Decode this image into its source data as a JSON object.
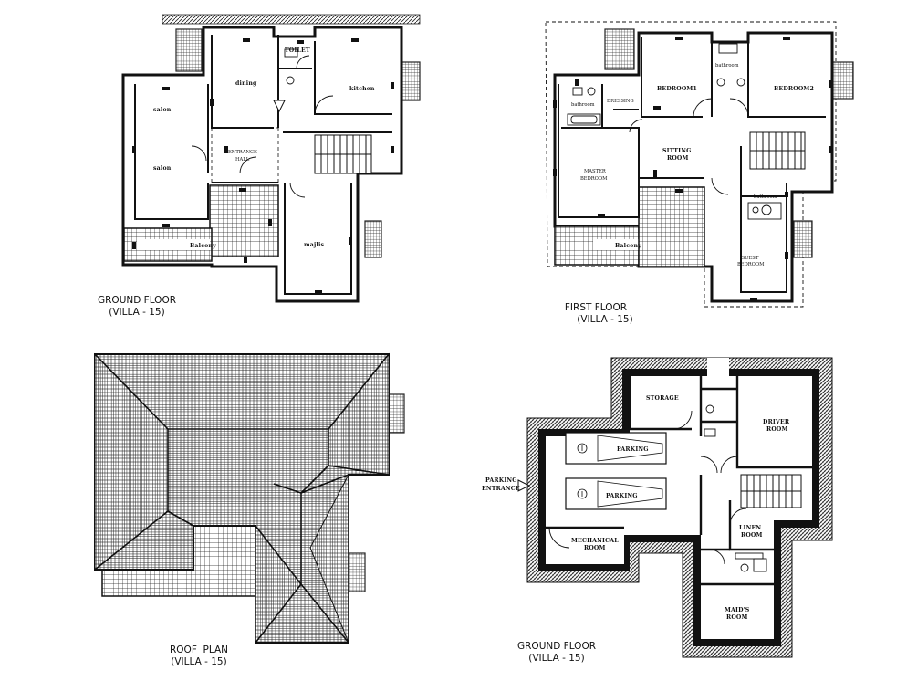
{
  "ground_floor": {
    "title": "GROUND FLOOR",
    "subtitle": "(VILLA - 15)",
    "rooms": {
      "dining": "dining",
      "toilet": "TOILET",
      "kitchen": "kitchen",
      "salon_1": "salon",
      "salon_2": "salon",
      "entrance_line1": "ENTRANCE",
      "entrance_line2": "HALL",
      "balcony": "Balcony",
      "majlis": "majlis"
    }
  },
  "first_floor": {
    "title": "FIRST FLOOR",
    "subtitle": "(VILLA - 15)",
    "rooms": {
      "bathroom_top": "bathroom",
      "bedroom1": "BEDROOM1",
      "bedroom2": "BEDROOM2",
      "bathroom_left": "bathroom",
      "dressing": "DRESSING",
      "master_line1": "MASTER",
      "master_line2": "BEDROOM",
      "sitting_line1": "SITTING",
      "sitting_line2": "ROOM",
      "bathroom_right": "bathroom",
      "balcony": "Balcony",
      "guest_line1": "GUEST",
      "guest_line2": "BEDROOM"
    }
  },
  "roof_plan": {
    "title": "ROOF  PLAN",
    "subtitle": "(VILLA - 15)"
  },
  "basement": {
    "title": "GROUND FLOOR",
    "subtitle": "(VILLA - 15)",
    "rooms": {
      "storage": "STORAGE",
      "driver_line1": "DRIVER",
      "driver_line2": "ROOM",
      "parking_1": "PARKING",
      "parking_2": "PARKING",
      "entrance_line1": "PARKING",
      "entrance_line2": "ENTRANCE",
      "mechanical_line1": "MECHANICAL",
      "mechanical_line2": "ROOM",
      "linen_line1": "LINEN",
      "linen_line2": "ROOM",
      "maids_line1": "MAID'S",
      "maids_line2": "ROOM"
    }
  }
}
